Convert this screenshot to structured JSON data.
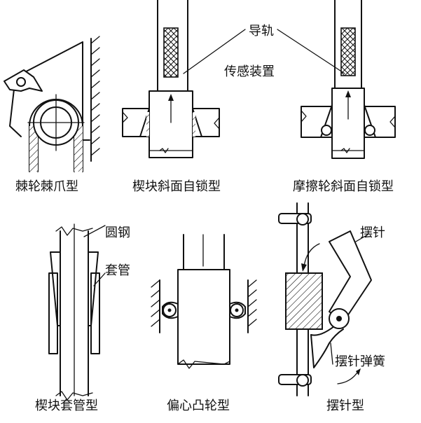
{
  "labels": {
    "ratchet": "棘轮棘爪型",
    "wedge_incline": "楔块斜面自锁型",
    "friction_incline": "摩擦轮斜面自锁型",
    "wedge_sleeve": "楔块套管型",
    "eccentric_cam": "偏心凸轮型",
    "pendulum_pin": "摆针型"
  },
  "callouts": {
    "guide_rail": "导轨",
    "sensor": "传感装置",
    "round_steel": "圆钢",
    "sleeve": "套管",
    "pendulum_pin": "摆针",
    "pendulum_spring": "摆针弹簧"
  }
}
